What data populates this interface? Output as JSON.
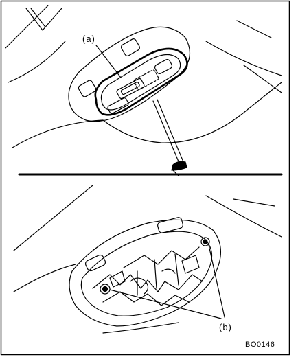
{
  "labels": {
    "a": "(a)",
    "b": "(b)"
  },
  "figure_code": "BO0146",
  "colors": {
    "line": "#000000",
    "background": "#ffffff"
  }
}
